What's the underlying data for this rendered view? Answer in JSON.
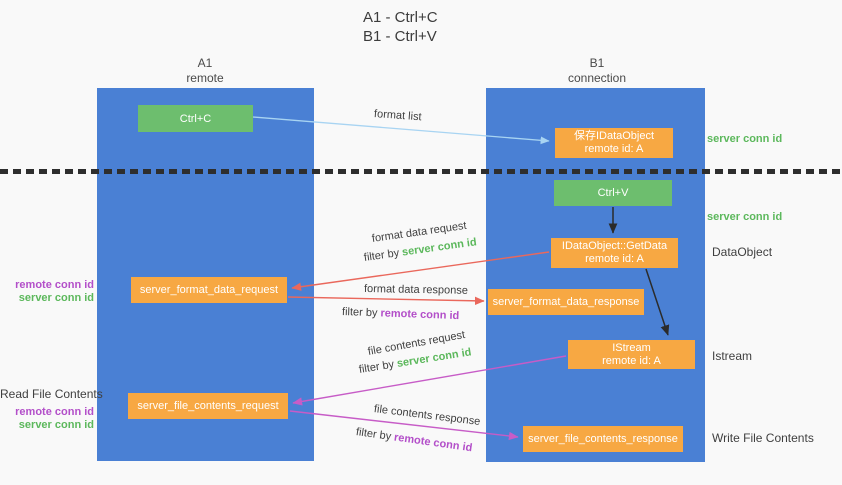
{
  "title": {
    "line1": "A1 - Ctrl+C",
    "line2": "B1 - Ctrl+V"
  },
  "lanes": {
    "left": {
      "name": "A1",
      "subtitle": "remote"
    },
    "right": {
      "name": "B1",
      "subtitle": "connection"
    }
  },
  "nodes": {
    "ctrl_c": {
      "label": "Ctrl+C"
    },
    "ctrl_v": {
      "label": "Ctrl+V"
    },
    "save_dataobject": {
      "line1": "保存IDataObject",
      "line2": "remote id: A"
    },
    "getdata": {
      "line1": "IDataObject::GetData",
      "line2": "remote id: A"
    },
    "istream": {
      "line1": "IStream",
      "line2": "remote id: A"
    },
    "format_request": {
      "label": "server_format_data_request"
    },
    "format_response": {
      "label": "server_format_data_response"
    },
    "file_request": {
      "label": "server_file_contents_request"
    },
    "file_response": {
      "label": "server_file_contents_response"
    }
  },
  "side_labels": {
    "server_conn_id_top": "server conn id",
    "server_conn_id_mid": "server conn id",
    "dataobject": "DataObject",
    "istream": "Istream",
    "write_file_contents": "Write File Contents",
    "read_file_contents": "Read File Contents",
    "pair1": {
      "remote": "remote conn id",
      "server": "server conn id"
    },
    "pair2": {
      "remote": "remote conn id",
      "server": "server conn id"
    }
  },
  "arrows": {
    "format_list": {
      "label": "format list"
    },
    "format_data_request": {
      "label": "format data request",
      "filter_prefix": "filter by",
      "filter_key": "server conn id"
    },
    "format_data_response": {
      "label": "format data response",
      "filter_prefix": "filter by",
      "filter_key": "remote conn id"
    },
    "file_contents_request": {
      "label": "file contents request",
      "filter_prefix": "filter by",
      "filter_key": "server conn id"
    },
    "file_contents_response": {
      "label": "file contents response",
      "filter_prefix": "filter by",
      "filter_key": "remote conn id"
    }
  },
  "colors": {
    "lane_blue": "#4a80d4",
    "node_green": "#6dbe6e",
    "node_orange": "#f7a843",
    "text_green": "#5cb85c",
    "text_purple": "#b34fc9",
    "arrow_red": "#ea685c",
    "arrow_magenta": "#c75cc7",
    "arrow_lightblue": "#a8d4f2",
    "arrow_black": "#2b2b2b"
  }
}
